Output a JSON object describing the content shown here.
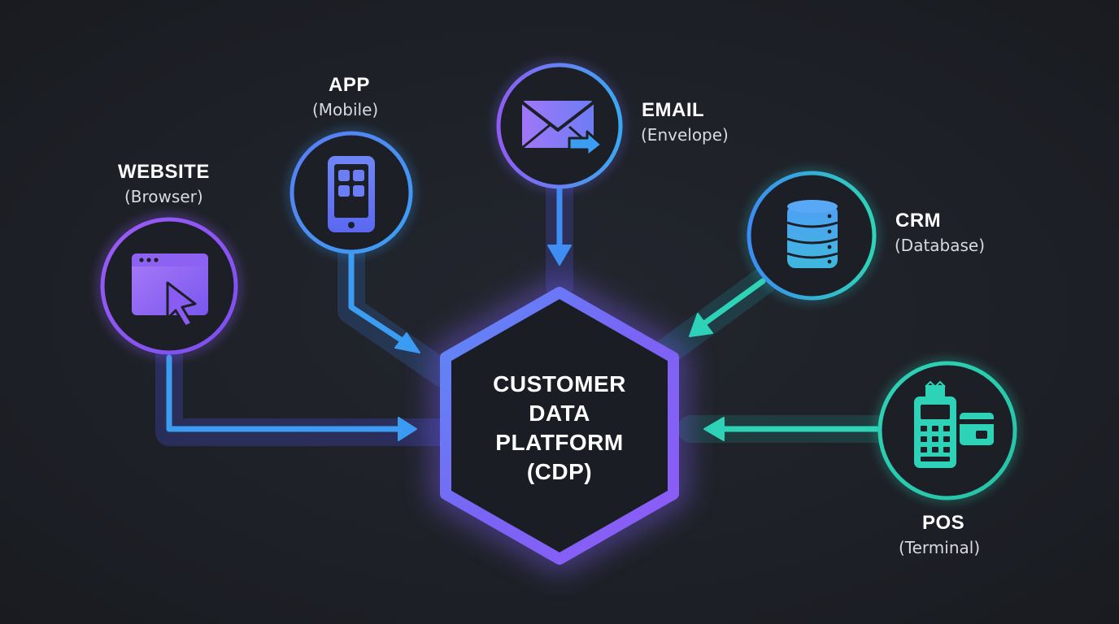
{
  "center": {
    "lines": [
      "CUSTOMER",
      "DATA",
      "PLATFORM",
      "(CDP)"
    ]
  },
  "sources": {
    "website": {
      "title": "WEBSITE",
      "subtitle": "(Browser)",
      "icon": "browser-cursor-icon"
    },
    "app": {
      "title": "APP",
      "subtitle": "(Mobile)",
      "icon": "mobile-phone-icon"
    },
    "email": {
      "title": "EMAIL",
      "subtitle": "(Envelope)",
      "icon": "envelope-icon"
    },
    "crm": {
      "title": "CRM",
      "subtitle": "(Database)",
      "icon": "database-icon"
    },
    "pos": {
      "title": "POS",
      "subtitle": "(Terminal)",
      "icon": "pos-terminal-icon"
    }
  },
  "colors": {
    "background": "#1d2027",
    "purple": "#8b5cf6",
    "blue": "#3b9cf2",
    "teal": "#2ed3b7",
    "hexagon_fill": "#1a1d24"
  }
}
